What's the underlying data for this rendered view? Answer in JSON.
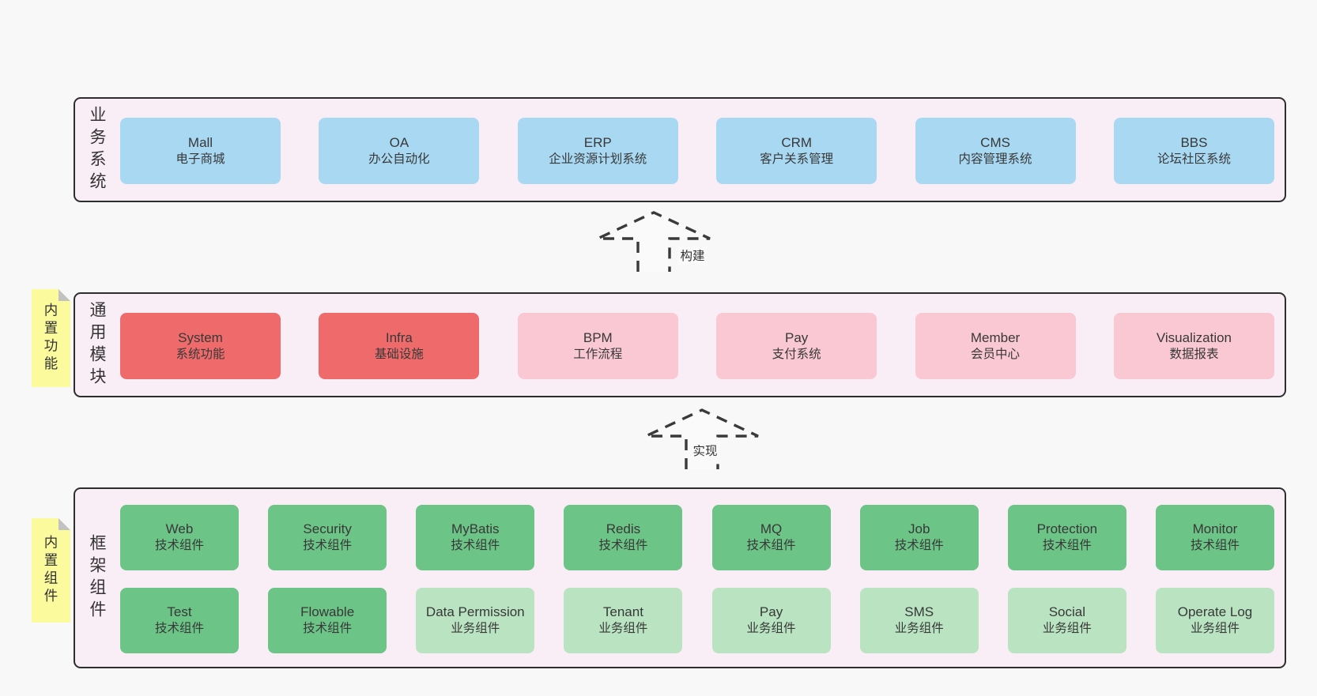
{
  "palette": {
    "page_background": "#f8f8f8",
    "layer_background": "#f9edf6",
    "layer_border": "#2e2e2e",
    "business_box": "#a9d9f2",
    "core_module_box": "#ef6b6b",
    "optional_module_box": "#f9c8d3",
    "tech_component_box": "#6cc487",
    "biz_component_box": "#b9e3c1",
    "sticky_note": "#fbfb9d",
    "sticky_fold": "#c2c2c2",
    "text": "#383838"
  },
  "notes": [
    {
      "text": "内置功能"
    },
    {
      "text": "内置组件"
    }
  ],
  "arrows": [
    {
      "label": "构建"
    },
    {
      "label": "实现"
    }
  ],
  "layers": [
    {
      "label": "业务系统",
      "boxes": [
        {
          "title": "Mall",
          "subtitle": "电子商城"
        },
        {
          "title": "OA",
          "subtitle": "办公自动化"
        },
        {
          "title": "ERP",
          "subtitle": "企业资源计划系统"
        },
        {
          "title": "CRM",
          "subtitle": "客户关系管理"
        },
        {
          "title": "CMS",
          "subtitle": "内容管理系统"
        },
        {
          "title": "BBS",
          "subtitle": "论坛社区系统"
        }
      ]
    },
    {
      "label": "通用模块",
      "boxes": [
        {
          "title": "System",
          "subtitle": "系统功能"
        },
        {
          "title": "Infra",
          "subtitle": "基础设施"
        },
        {
          "title": "BPM",
          "subtitle": "工作流程"
        },
        {
          "title": "Pay",
          "subtitle": "支付系统"
        },
        {
          "title": "Member",
          "subtitle": "会员中心"
        },
        {
          "title": "Visualization",
          "subtitle": "数据报表"
        }
      ]
    },
    {
      "label": "框架组件",
      "rows": [
        [
          {
            "title": "Web",
            "subtitle": "技术组件"
          },
          {
            "title": "Security",
            "subtitle": "技术组件"
          },
          {
            "title": "MyBatis",
            "subtitle": "技术组件"
          },
          {
            "title": "Redis",
            "subtitle": "技术组件"
          },
          {
            "title": "MQ",
            "subtitle": "技术组件"
          },
          {
            "title": "Job",
            "subtitle": "技术组件"
          },
          {
            "title": "Protection",
            "subtitle": "技术组件"
          },
          {
            "title": "Monitor",
            "subtitle": "技术组件"
          }
        ],
        [
          {
            "title": "Test",
            "subtitle": "技术组件"
          },
          {
            "title": "Flowable",
            "subtitle": "技术组件"
          },
          {
            "title": "Data Permission",
            "subtitle": "业务组件"
          },
          {
            "title": "Tenant",
            "subtitle": "业务组件"
          },
          {
            "title": "Pay",
            "subtitle": "业务组件"
          },
          {
            "title": "SMS",
            "subtitle": "业务组件"
          },
          {
            "title": "Social",
            "subtitle": "业务组件"
          },
          {
            "title": "Operate Log",
            "subtitle": "业务组件"
          }
        ]
      ]
    }
  ]
}
